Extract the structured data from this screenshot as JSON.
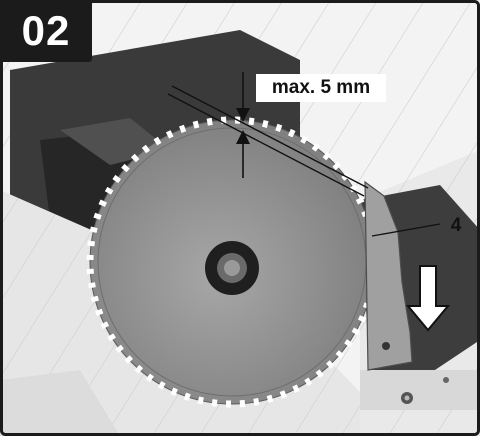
{
  "step": {
    "number": "02"
  },
  "measurement": {
    "label": "max. 5 mm"
  },
  "callout": {
    "number": "4"
  },
  "colors": {
    "frame": "#1b1b1b",
    "table_light": "#e6e6e6",
    "housing_dark": "#2f2f2f",
    "blade": "#8c8c8c",
    "riving_knife": "#a0a0a0"
  }
}
